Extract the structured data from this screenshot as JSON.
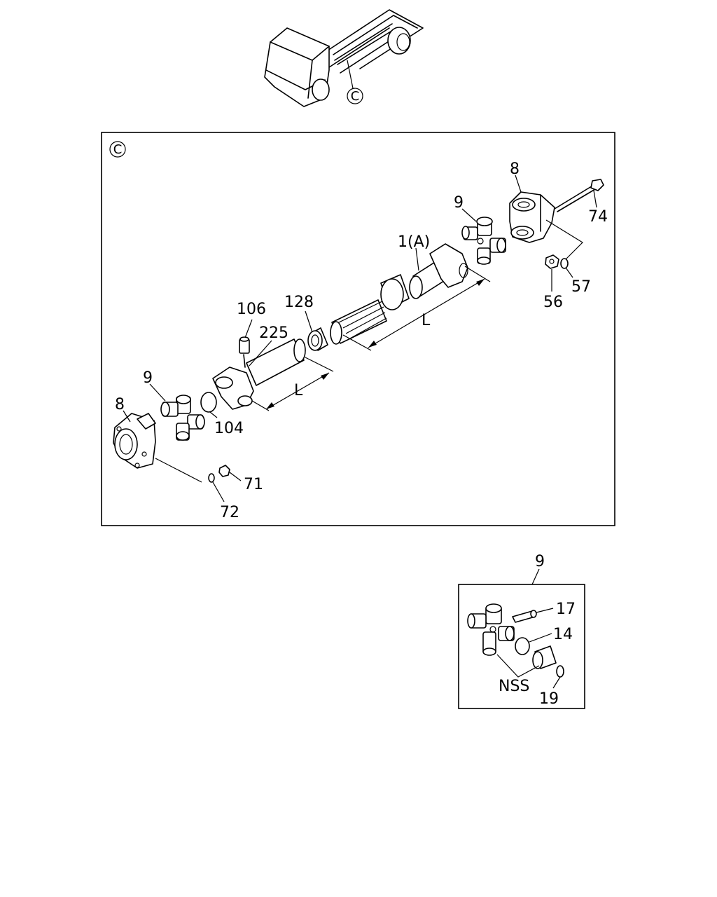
{
  "callout_letter": "C",
  "labels": {
    "p1": "1(A)",
    "p8_right": "8",
    "p8_left": "8",
    "p9_right": "9",
    "p9_left": "9",
    "p9_detail": "9",
    "p14": "14",
    "p17": "17",
    "p19": "19",
    "p56": "56",
    "p57": "57",
    "p71": "71",
    "p72": "72",
    "p74": "74",
    "p104": "104",
    "p106": "106",
    "p128": "128",
    "p225": "225",
    "nss": "NSS",
    "dim_l_upper": "L",
    "dim_l_lower": "L"
  }
}
